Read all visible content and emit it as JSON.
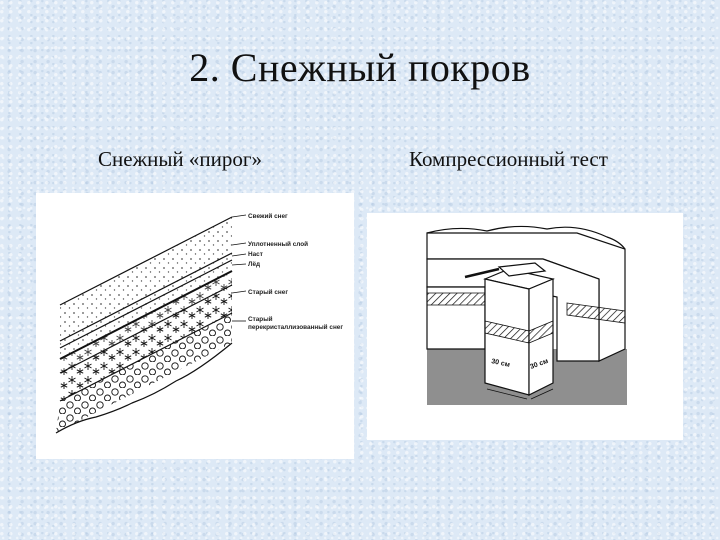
{
  "slide": {
    "title": "2. Снежный покров",
    "left_caption": "Снежный «пирог»",
    "right_caption": "Компрессионный тест"
  },
  "snowpack_diagram": {
    "layer_labels": [
      "Свежий снег",
      "Уплотненный слой",
      "Наст",
      "Лёд",
      "Старый снег",
      "Старый",
      "перекристаллизованный снег"
    ]
  },
  "compression_test_diagram": {
    "dimension_labels": [
      "30 см",
      "30 см"
    ]
  }
}
